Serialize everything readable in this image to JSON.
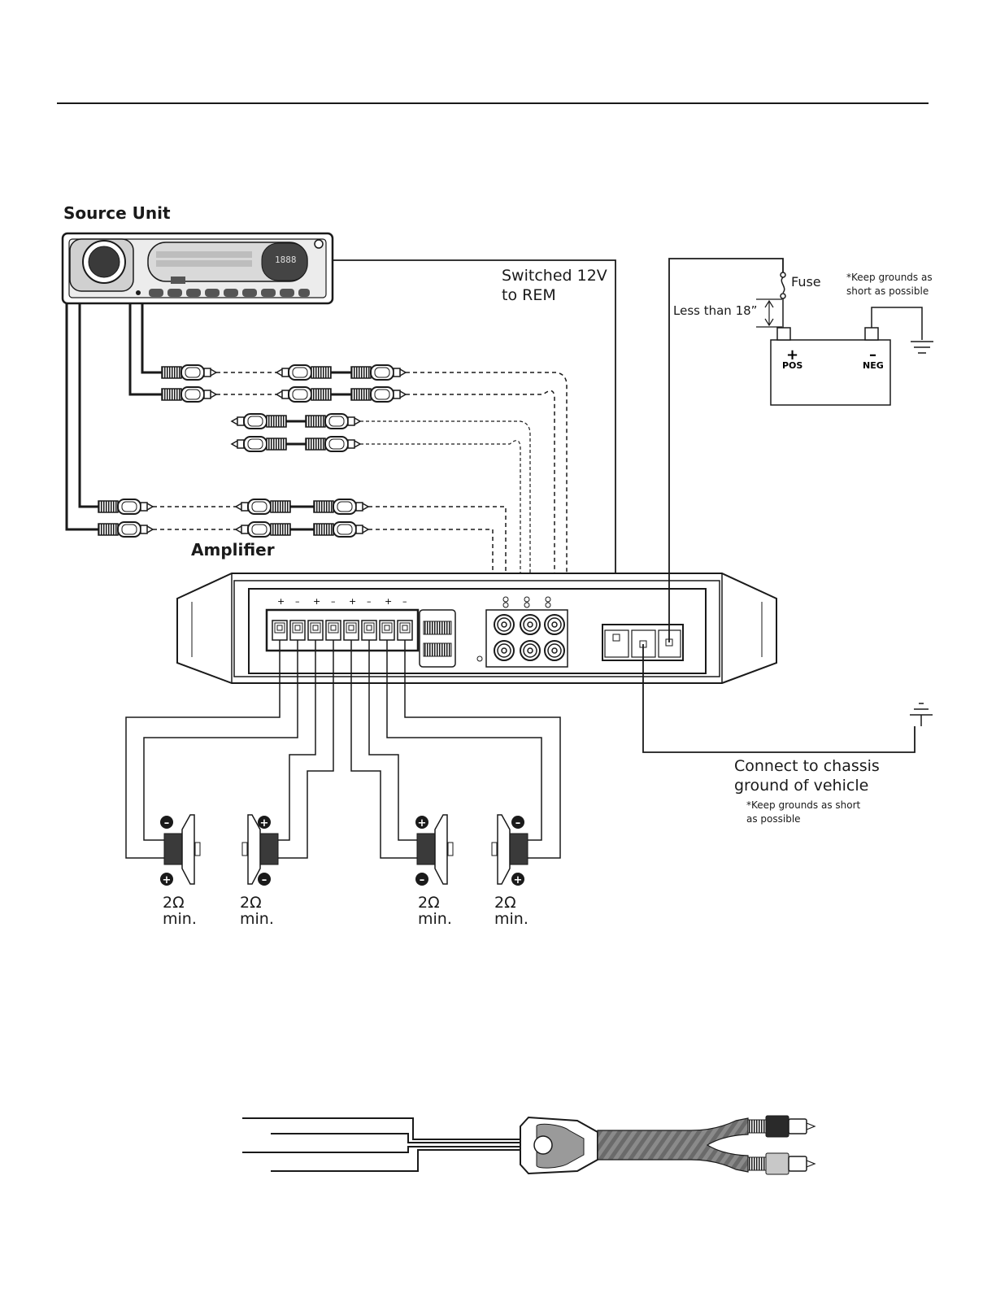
{
  "labels": {
    "source_unit": "Source Unit",
    "amplifier": "Amplifier",
    "switched_12v_line1": "Switched 12V",
    "switched_12v_line2": "to REM",
    "fuse": "Fuse",
    "less_than": "Less than 18”",
    "keep_grounds_top_line1": "*Keep grounds as",
    "keep_grounds_top_line2": "short as possible",
    "battery_pos_symbol": "+",
    "battery_pos": "POS",
    "battery_neg_symbol": "–",
    "battery_neg": "NEG",
    "connect_chassis_line1": "Connect to chassis",
    "connect_chassis_line2": "ground of vehicle",
    "keep_grounds_bottom_line1": "*Keep grounds as short",
    "keep_grounds_bottom_line2": "as possible",
    "amp_terminal_signs": [
      "+",
      "–",
      "+",
      "–",
      "+",
      "–",
      "+",
      "–"
    ]
  },
  "speakers": [
    {
      "impedance": "2Ω",
      "min": "min.",
      "top_polarity": "–",
      "bottom_polarity": "+"
    },
    {
      "impedance": "2Ω",
      "min": "min.",
      "top_polarity": "+",
      "bottom_polarity": "–"
    },
    {
      "impedance": "2Ω",
      "min": "min.",
      "top_polarity": "+",
      "bottom_polarity": "–"
    },
    {
      "impedance": "2Ω",
      "min": "min.",
      "top_polarity": "–",
      "bottom_polarity": "+"
    }
  ],
  "display": {
    "clock": "1888"
  },
  "colors": {
    "line": "#1a1a1a",
    "background": "#ffffff",
    "panel_gray": "#c8c8c8",
    "display_gray": "#d9d9d9",
    "cable_gray": "#7a7a7a"
  }
}
